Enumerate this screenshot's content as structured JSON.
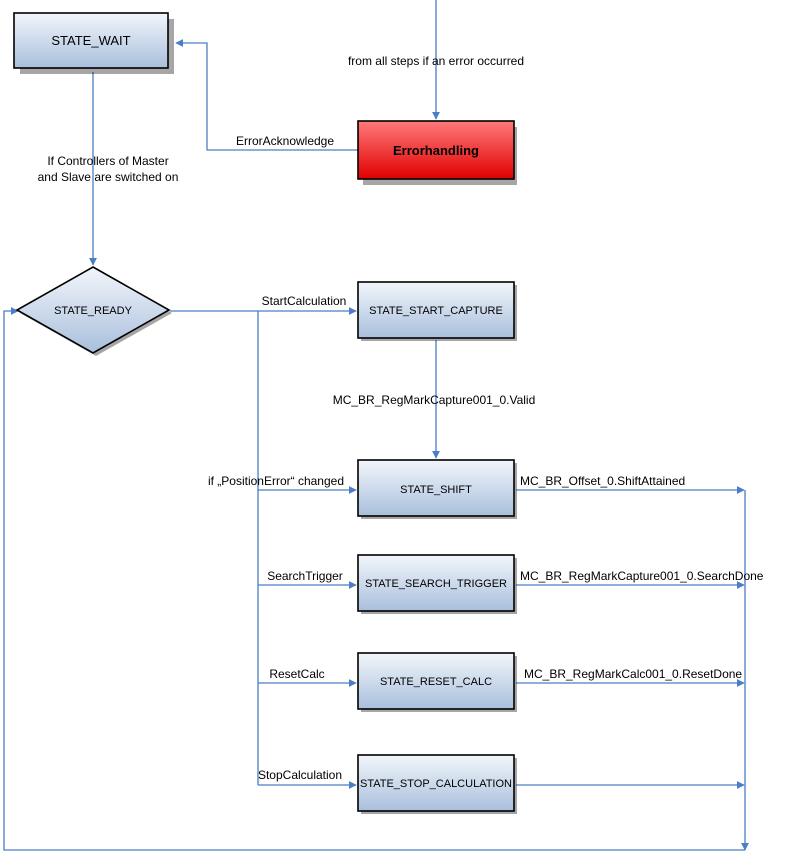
{
  "colors": {
    "edge": "#4a7ec7",
    "node_top": "#f2f6fb",
    "node_bottom": "#a9bfdc",
    "error_top": "#ff7a7a",
    "error_bottom": "#e00000",
    "border": "#000000"
  },
  "nodes": {
    "state_wait": "STATE_WAIT",
    "errorhandling": "Errorhandling",
    "state_ready": "STATE_READY",
    "state_start_capture": "STATE_START_CAPTURE",
    "state_shift": "STATE_SHIFT",
    "state_search_trigger": "STATE_SEARCH_TRIGGER",
    "state_reset_calc": "STATE_RESET_CALC",
    "state_stop_calculation": "STATE_STOP_CALCULATION"
  },
  "labels": {
    "from_all_steps": "from all steps if an error occurred",
    "error_acknowledge": "ErrorAcknowledge",
    "controllers_line1": "If Controllers of Master",
    "controllers_line2": "and Slave are switched on",
    "start_calculation": "StartCalculation",
    "capture_valid": "MC_BR_RegMarkCapture001_0.Valid",
    "position_error": "if „PositionError“ changed",
    "shift_attained": "MC_BR_Offset_0.ShiftAttained",
    "search_trigger": "SearchTrigger",
    "search_done": "MC_BR_RegMarkCapture001_0.SearchDone",
    "reset_calc": "ResetCalc",
    "reset_done": "MC_BR_RegMarkCalc001_0.ResetDone",
    "stop_calculation": "StopCalculation"
  }
}
